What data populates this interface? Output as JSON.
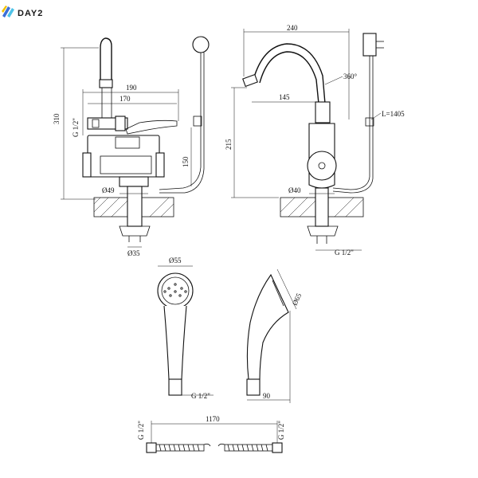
{
  "brand": {
    "name": "DAY2",
    "colors": {
      "yellow": "#f2c200",
      "blue": "#3b6fd8",
      "cyan": "#4fc3e8"
    }
  },
  "dimensions": {
    "front": {
      "height_total": "310",
      "width_outer": "190",
      "width_inner": "170",
      "thread": "G 1/2\"",
      "body_height": "150",
      "base_dia": "Ø49",
      "stem_dia": "Ø35"
    },
    "side": {
      "width": "240",
      "reach": "145",
      "rotation": "360°",
      "cable": "L=1405",
      "height": "215",
      "base_dia": "Ø40",
      "thread": "G 1/2\""
    },
    "shower_front": {
      "head_dia": "Ø55",
      "thread": "G 1/2\""
    },
    "shower_side": {
      "head_dia": "Ø65",
      "length": "90"
    },
    "hose": {
      "length": "1170",
      "thread_left": "G 1/2\"",
      "thread_right": "G 1/2\""
    }
  }
}
